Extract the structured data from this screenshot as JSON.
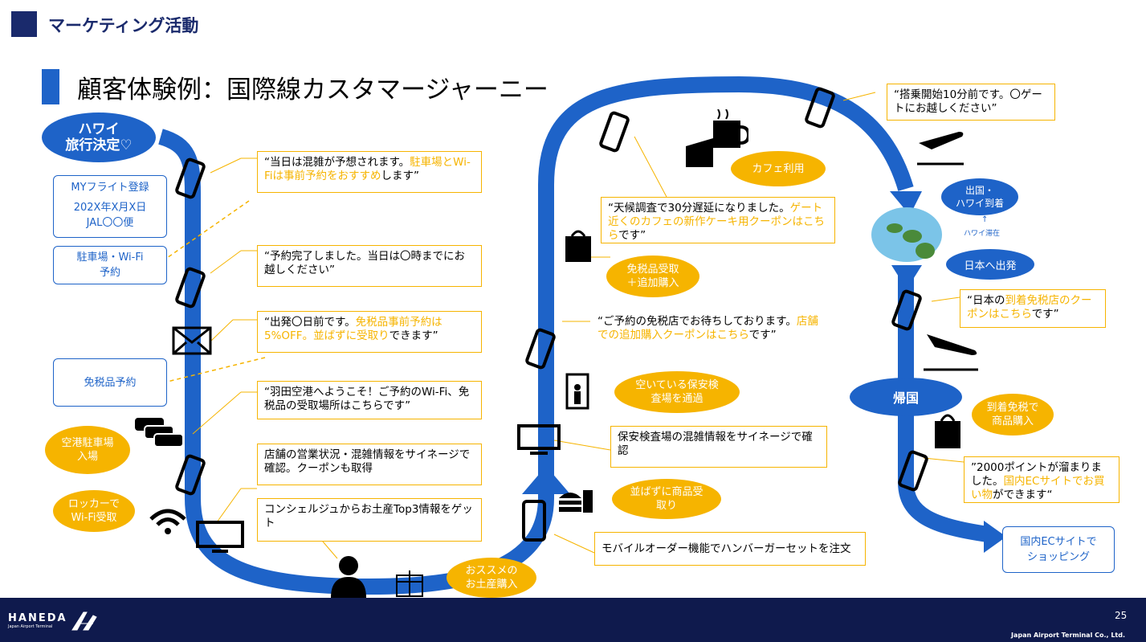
{
  "header": {
    "section_title": "マーケティング活動"
  },
  "slide": {
    "title": "顧客体験例：国際線カスタマージャーニー"
  },
  "journey": {
    "start_bubble": {
      "line1": "ハワイ",
      "line2": "旅行決定♡"
    },
    "return_bubble": "帰国",
    "left_boxes": [
      {
        "lines": [
          "MYフライト登録",
          "",
          "202X年X月X日",
          "JAL〇〇便"
        ]
      },
      {
        "lines": [
          "駐車場・Wi-Fi",
          "予約"
        ]
      },
      {
        "lines": [
          "免税品予約"
        ]
      }
    ],
    "orange_bubbles": {
      "parking": [
        "空港駐車場",
        "入場"
      ],
      "locker": [
        "ロッカーで",
        "Wi-Fi受取"
      ],
      "souvenir": [
        "おススメの",
        "お土産購入"
      ],
      "cafe": "カフェ利用",
      "dutyfree_pickup": [
        "免税品受取",
        "＋追加購入"
      ],
      "security": [
        "空いている保安検",
        "査場を通過"
      ],
      "order": [
        "並ばずに商品受",
        "取り"
      ],
      "arrival_dutyfree": [
        "到着免税で",
        "商品購入"
      ]
    },
    "blue_bubbles": {
      "depart_arrive": [
        "出国・",
        "ハワイ到着"
      ],
      "hawaii_stay": "ハワイ滞在",
      "depart_japan": "日本へ出発"
    },
    "messages": {
      "m1": {
        "pre": "“当日は混雑が予想されます。",
        "hl": "駐車場とWi-Fiは事前予約をおすすめ",
        "post": "します”"
      },
      "m2": {
        "text": "“予約完了しました。当日は〇時までにお越しください”"
      },
      "m3": {
        "pre": "“出発〇日前です。",
        "hl": "免税品事前予約は5%OFF。並ばずに受取り",
        "post": "できます”"
      },
      "m4": {
        "text": "“羽田空港へようこそ！ご予約のWi-Fi、免税品の受取場所はこちらです”"
      },
      "m5": {
        "text": "店舗の営業状況・混雑情報をサイネージで確認。クーポンも取得"
      },
      "m6": {
        "text": "コンシェルジュからお土産Top3情報をゲット"
      },
      "m7": {
        "pre": "“天候調査で30分遅延になりました。",
        "hl": "ゲート近くのカフェの新作ケーキ用クーポンはこちら",
        "post": "です”"
      },
      "m8": {
        "pre": "“ご予約の免税店でお待ちしております。",
        "hl": "店舗での追加購入クーポンはこちら",
        "post": "です”"
      },
      "m9": {
        "text": "保安検査場の混雑情報をサイネージで確認"
      },
      "m10": {
        "text": "モバイルオーダー機能でハンバーガーセットを注文"
      },
      "m11": {
        "text": "“搭乗開始10分前です。〇ゲートにお越しください”"
      },
      "m12": {
        "pre": "“日本の",
        "hl": "到着免税店のクーポンはこちら",
        "post": "です”"
      },
      "m13": {
        "pre": "”2000ポイントが溜まりました。",
        "hl": "国内ECサイトでお買い物",
        "post": "ができます“"
      }
    },
    "ec_box": [
      "国内ECサイトで",
      "ショッピング"
    ]
  },
  "footer": {
    "logo_text": "HANEDA",
    "logo_sub": "Japan Airport Terminal",
    "page_number": "25",
    "company": "Japan Airport Terminal Co., Ltd."
  },
  "colors": {
    "navy": "#1a2a6c",
    "blue": "#1e63c8",
    "orange": "#f6b400",
    "footer": "#0f1a4d"
  }
}
